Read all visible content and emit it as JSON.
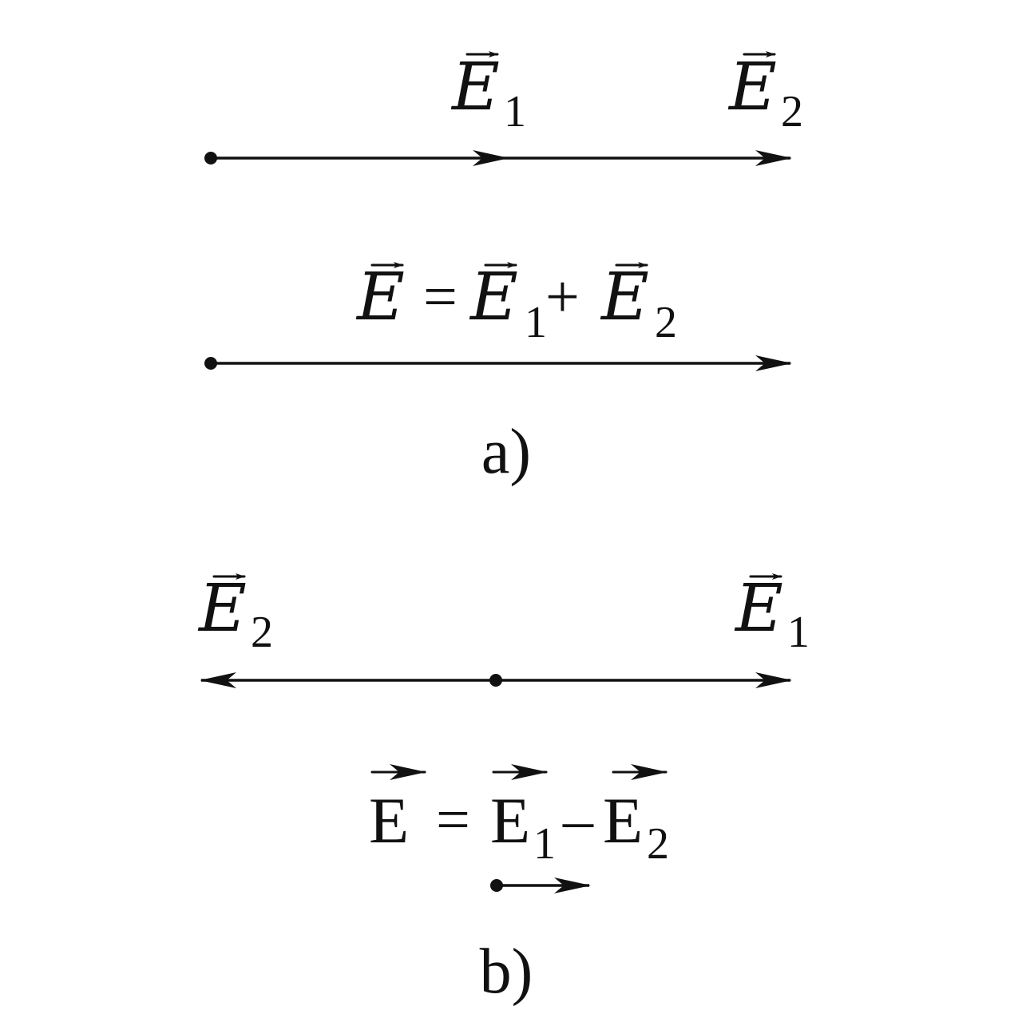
{
  "diagram": {
    "colors": {
      "ink": "#111111",
      "background": "#ffffff"
    },
    "part_a": {
      "label_e1": {
        "symbol": "E",
        "subscript": "1"
      },
      "label_e2": {
        "symbol": "E",
        "subscript": "2"
      },
      "equation": {
        "lhs": "E",
        "equals": "=",
        "t1": "E",
        "t1_sub": "1",
        "plus": "+",
        "t2": "E",
        "t2_sub": "2"
      },
      "caption": "a)"
    },
    "part_b": {
      "label_e2": {
        "symbol": "E",
        "subscript": "2"
      },
      "label_e1": {
        "symbol": "E",
        "subscript": "1"
      },
      "equation": {
        "lhs": "E",
        "equals": "=",
        "t1": "E",
        "t1_sub": "1",
        "minus": "–",
        "t2": "E",
        "t2_sub": "2"
      },
      "caption": "b)"
    }
  }
}
